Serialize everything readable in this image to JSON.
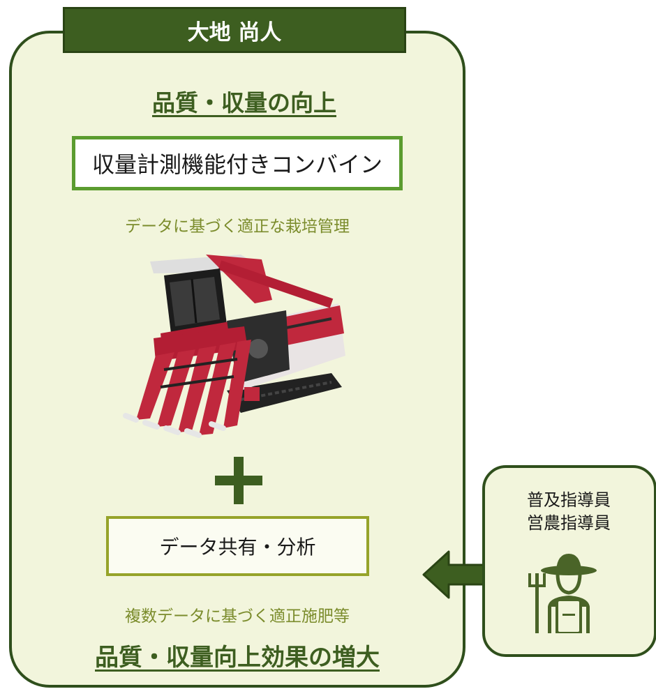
{
  "person_name": "大地 尚人",
  "heading_top": "品質・収量の向上",
  "combine_label": "収量計測機能付きコンバイン",
  "combine_caption": "データに基づく適正な栽培管理",
  "share_label": "データ共有・分析",
  "share_caption": "複数データに基づく適正施肥等",
  "heading_bottom": "品質・収量向上効果の増大",
  "advisors": [
    "普及指導員",
    "営農指導員"
  ],
  "colors": {
    "dark_green": "#3d5e20",
    "panel_bg": "#f2f5dc",
    "olive_text": "#7b8c2c",
    "box_border_green": "#5b9c2f",
    "box_border_olive": "#96a32a",
    "machine_red": "#b31e34"
  },
  "icons": [
    "plus-icon",
    "bidirectional-arrow-icon",
    "farmer-icon",
    "combine-harvester-image"
  ]
}
